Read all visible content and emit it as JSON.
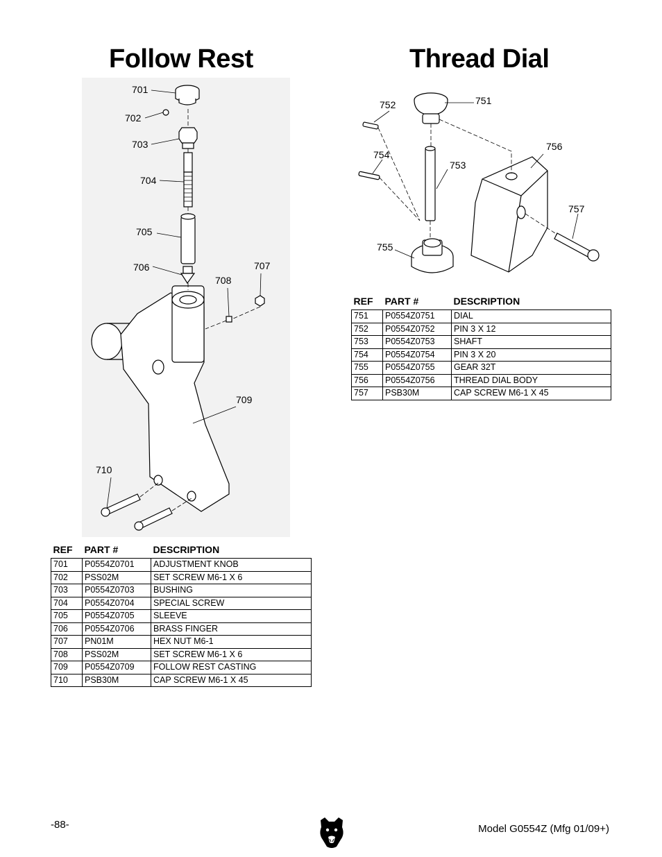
{
  "sections": {
    "follow_rest": {
      "title": "Follow Rest"
    },
    "thread_dial": {
      "title": "Thread Dial"
    }
  },
  "follow_diagram": {
    "callouts": [
      "701",
      "702",
      "703",
      "704",
      "705",
      "706",
      "707",
      "708",
      "709",
      "710"
    ]
  },
  "thread_diagram": {
    "callouts": [
      "751",
      "752",
      "753",
      "754",
      "755",
      "756",
      "757"
    ]
  },
  "table_headers": {
    "ref": "REF",
    "part": "PART #",
    "description": "DESCRIPTION"
  },
  "follow_table": [
    {
      "ref": "701",
      "part": "P0554Z0701",
      "description": "ADJUSTMENT KNOB"
    },
    {
      "ref": "702",
      "part": "PSS02M",
      "description": "SET SCREW M6-1 X 6"
    },
    {
      "ref": "703",
      "part": "P0554Z0703",
      "description": "BUSHING"
    },
    {
      "ref": "704",
      "part": "P0554Z0704",
      "description": "SPECIAL SCREW"
    },
    {
      "ref": "705",
      "part": "P0554Z0705",
      "description": "SLEEVE"
    },
    {
      "ref": "706",
      "part": "P0554Z0706",
      "description": "BRASS FINGER"
    },
    {
      "ref": "707",
      "part": "PN01M",
      "description": "HEX NUT M6-1"
    },
    {
      "ref": "708",
      "part": "PSS02M",
      "description": "SET SCREW M6-1 X 6"
    },
    {
      "ref": "709",
      "part": "P0554Z0709",
      "description": "FOLLOW REST CASTING"
    },
    {
      "ref": "710",
      "part": "PSB30M",
      "description": "CAP SCREW M6-1 X 45"
    }
  ],
  "thread_table": [
    {
      "ref": "751",
      "part": "P0554Z0751",
      "description": "DIAL"
    },
    {
      "ref": "752",
      "part": "P0554Z0752",
      "description": "PIN 3 X 12"
    },
    {
      "ref": "753",
      "part": "P0554Z0753",
      "description": "SHAFT"
    },
    {
      "ref": "754",
      "part": "P0554Z0754",
      "description": "PIN 3 X 20"
    },
    {
      "ref": "755",
      "part": "P0554Z0755",
      "description": "GEAR 32T"
    },
    {
      "ref": "756",
      "part": "P0554Z0756",
      "description": "THREAD DIAL BODY"
    },
    {
      "ref": "757",
      "part": "PSB30M",
      "description": "CAP SCREW M6-1 X 45"
    }
  ],
  "footer": {
    "page_number": "-88-",
    "model": "Model G0554Z (Mfg 01/09+)",
    "logo_icon": "bear-head-logo-icon"
  }
}
